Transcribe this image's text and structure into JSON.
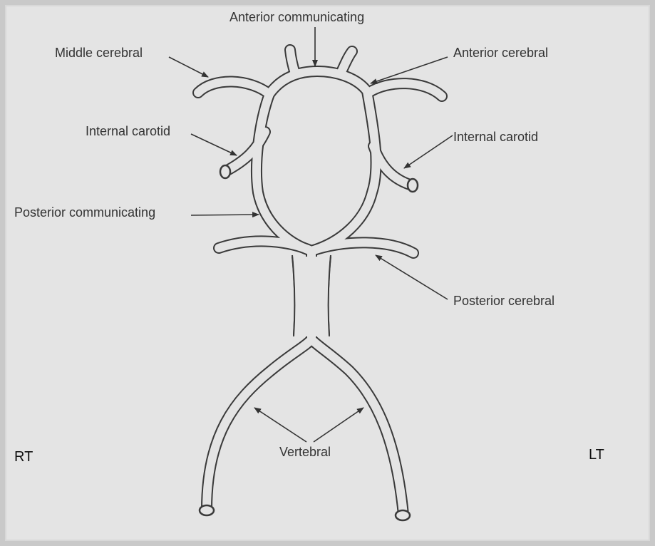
{
  "labels": {
    "anterior_communicating": "Anterior communicating",
    "anterior_cerebral": "Anterior cerebral",
    "middle_cerebral": "Middle cerebral",
    "internal_carotid_right": "Internal carotid",
    "internal_carotid_left": "Internal carotid",
    "posterior_communicating": "Posterior communicating",
    "posterior_cerebral": "Posterior cerebral",
    "vertebral": "Vertebral",
    "right_side": "RT",
    "left_side": "LT"
  },
  "colors": {
    "vessel_fill": "#e4e4e4",
    "vessel_outline": "#3a3a3a",
    "arrow": "#333333",
    "text": "#333333"
  }
}
